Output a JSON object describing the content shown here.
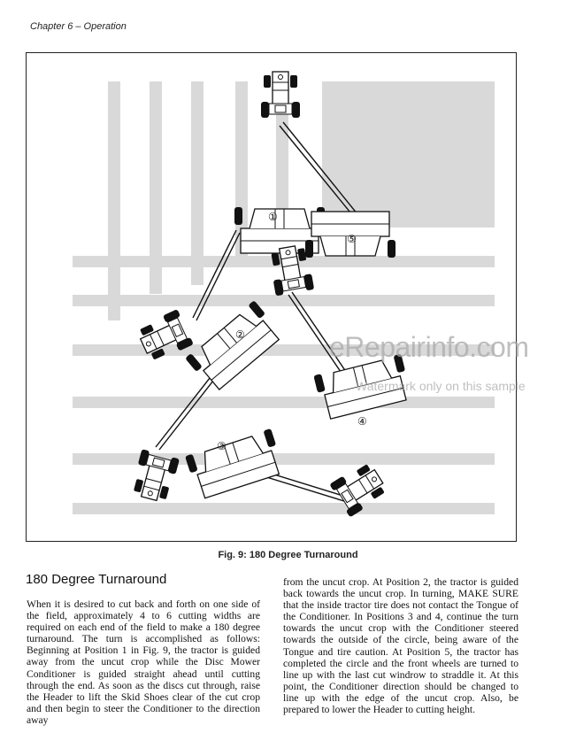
{
  "page": {
    "chapter_header": "Chapter 6 – Operation",
    "figure_caption": "Fig. 9: 180 Degree Turnaround",
    "position_markers": [
      "①",
      "②",
      "③",
      "④",
      "⑤"
    ],
    "watermark": {
      "brand": "eRepairinfo.com",
      "note": "Watermark only on this sample"
    },
    "section_title": "180 Degree Turnaround",
    "body_left": "When it is desired to cut back and forth on one side of the field, approximately 4 to 6 cutting widths are required on each end of the field to make a 180 degree turnaround. The turn is accomplished as follows: Beginning at Position 1 in Fig. 9, the tractor is guided away from the uncut crop while the Disc Mower Conditioner is guided straight ahead until cutting through the end. As soon as the discs cut through, raise the Header to lift the Skid Shoes clear of the cut crop and then begin to steer the Conditioner to the direction away",
    "body_right": "from the uncut crop. At Position 2, the tractor is guided back towards the uncut crop. In turning, MAKE SURE that the inside tractor tire does not contact the Tongue of the Conditioner. In Positions 3 and 4, continue the turn towards the uncut crop with the Conditioner steered towards the outside of the circle, being aware of the Tongue and tire caution. At Position 5, the tractor has completed the circle and the front wheels are turned to line up with the last cut windrow to straddle it. At this point, the Conditioner direction should be changed to line up with the edge of the uncut crop. Also, be prepared to lower the Header to cutting height."
  }
}
